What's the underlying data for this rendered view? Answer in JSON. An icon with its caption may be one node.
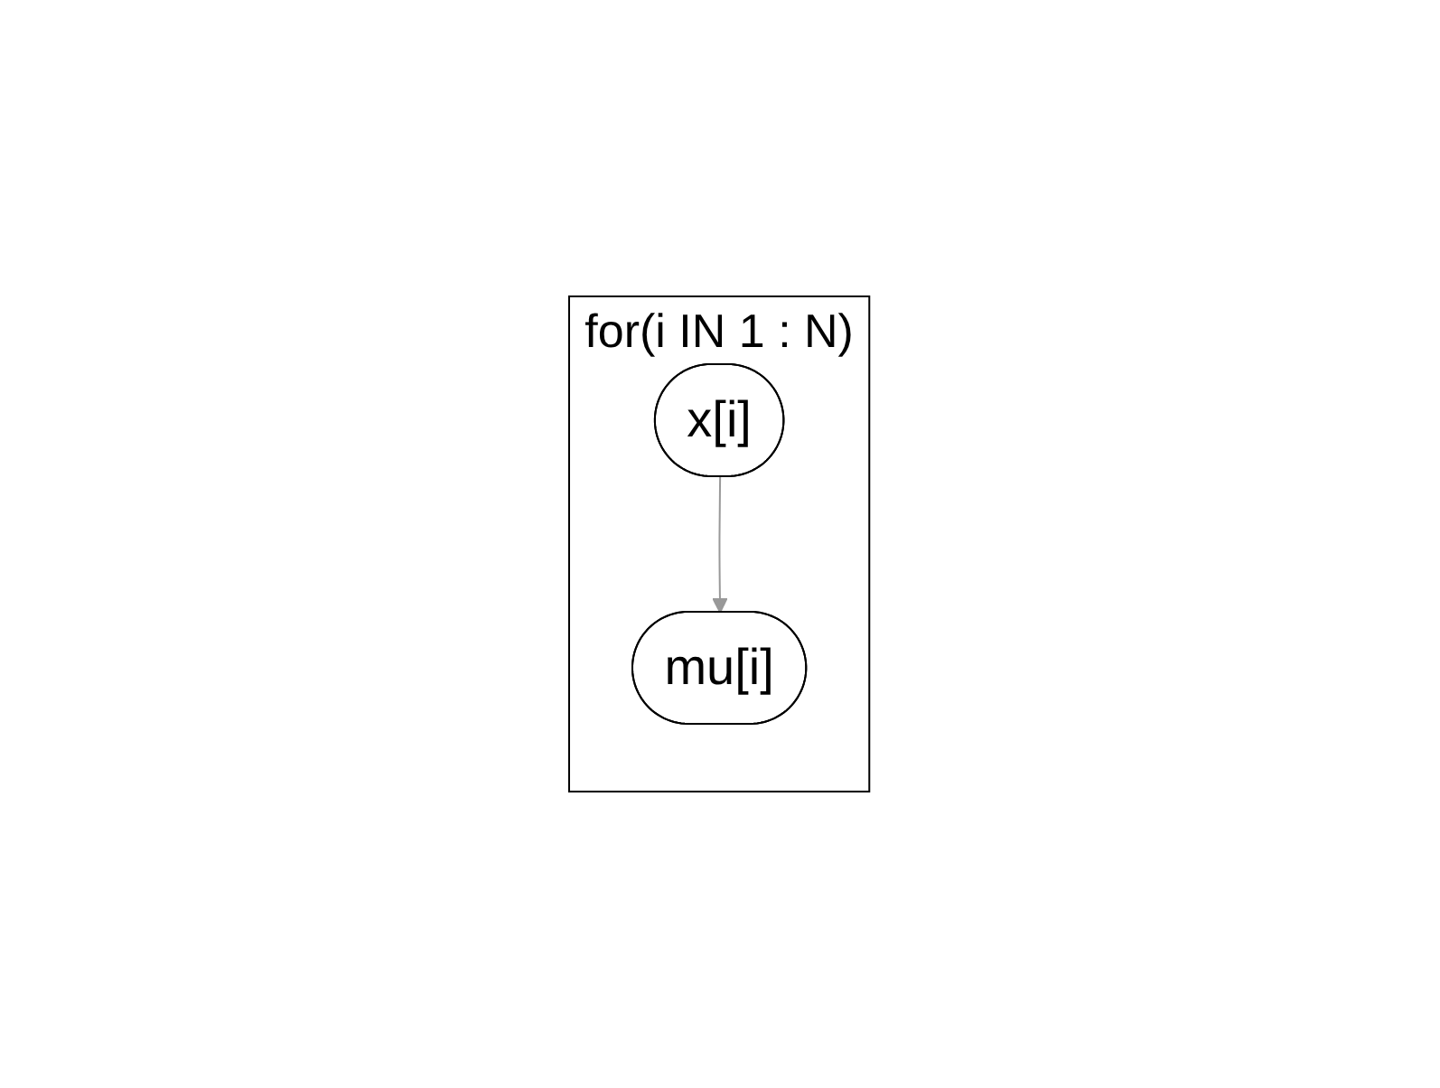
{
  "diagram": {
    "nodes": [
      {
        "text": [
          "for(i IN 1 : N)"
        ]
      },
      {
        "text": [
          "mu[i]"
        ],
        "in": 0
      },
      {
        "text": [
          "x[i]"
        ],
        "in": 0
      }
    ],
    "edges": [
      {
        "from": 2,
        "to": 1,
        "arrow": "to"
      }
    ]
  }
}
